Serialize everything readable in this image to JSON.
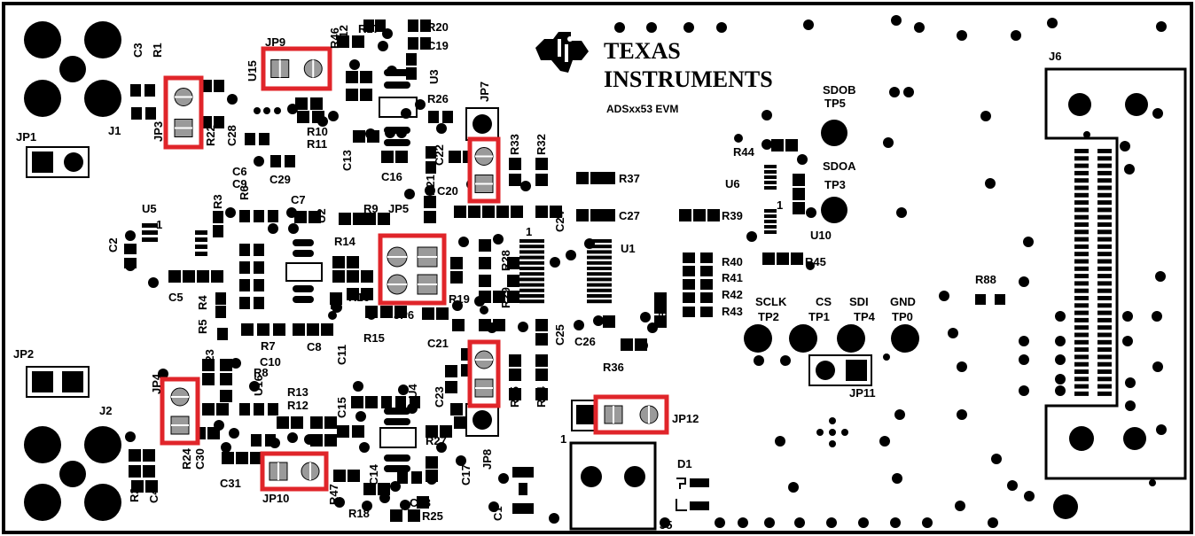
{
  "colors": {
    "silkscreen": "#000000",
    "highlight": "#e0252a",
    "board": "#ffffff",
    "pad_grey": "#9a9a9a"
  },
  "logo": {
    "brand_line1": "TEXAS",
    "brand_line2": "INSTRUMENTS",
    "board_name": "ADSxx53 EVM",
    "icon": "ti-logo-icon"
  },
  "connectors": {
    "J1": "J1",
    "J2": "J2",
    "J5": "J5",
    "J6": "J6"
  },
  "jumpers": {
    "JP1": "JP1",
    "JP2": "JP2",
    "JP3": "JP3",
    "JP4": "JP4",
    "JP5": "JP5",
    "JP6": "JP6",
    "JP7": "JP7",
    "JP8": "JP8",
    "JP9": "JP9",
    "JP10": "JP10",
    "JP11": "JP11",
    "JP12": "JP12"
  },
  "ics": {
    "U1": "U1",
    "U2": "U2",
    "U3": "U3",
    "U4": "U4",
    "U5": "U5",
    "U6": "U6",
    "U10": "U10",
    "U15": "U15",
    "U16": "U16",
    "D1": "D1"
  },
  "test_points": {
    "SDOB": "SDOB",
    "TP5": "TP5",
    "SDOA": "SDOA",
    "TP3": "TP3",
    "SCLK": "SCLK",
    "TP2": "TP2",
    "CS": "CS",
    "TP1": "TP1",
    "SDI": "SDI",
    "TP4": "TP4",
    "GND": "GND",
    "TP0": "TP0"
  },
  "resistors": {
    "R1": "R1",
    "R2": "R2",
    "R3": "R3",
    "R4": "R4",
    "R5": "R5",
    "R6": "R6",
    "R7": "R7",
    "R8": "R8",
    "R9": "R9",
    "R10": "R10",
    "R11": "R11",
    "R12": "R12",
    "R13": "R13",
    "R14": "R14",
    "R15": "R15",
    "R16": "R16",
    "R17": "R17",
    "R18": "R18",
    "R19": "R19",
    "R20": "R20",
    "R21": "R21",
    "R22": "R22",
    "R23": "R23",
    "R24": "R24",
    "R25": "R25",
    "R26": "R26",
    "R27": "R27",
    "R28": "R28",
    "R29": "R29",
    "R32": "R32",
    "R33": "R33",
    "R34": "R34",
    "R35": "R35",
    "R36": "R36",
    "R37": "R37",
    "R38": "R38",
    "R39": "R39",
    "R40": "R40",
    "R41": "R41",
    "R42": "R42",
    "R43": "R43",
    "R44": "R44",
    "R45": "R45",
    "R46": "R46",
    "R47": "R47",
    "R88": "R88"
  },
  "capacitors": {
    "C1": "C1",
    "C2": "C2",
    "C3": "C3",
    "C4": "C4",
    "C5": "C5",
    "C6": "C6",
    "C7": "C7",
    "C8": "C8",
    "C9": "C9",
    "C10": "C10",
    "C11": "C11",
    "C12": "C12",
    "C13": "C13",
    "C14": "C14",
    "C15": "C15",
    "C16": "C16",
    "C17": "C17",
    "C18": "C18",
    "C19": "C19",
    "C20": "C20",
    "C21": "C21",
    "C22": "C22",
    "C23": "C23",
    "C24": "C24",
    "C25": "C25",
    "C26": "C26",
    "C27": "C27",
    "C28": "C28",
    "C29": "C29",
    "C30": "C30",
    "C31": "C31"
  },
  "pin1_marks": {
    "u5": "1",
    "u1": "1",
    "u6": "1",
    "j5": "1"
  }
}
